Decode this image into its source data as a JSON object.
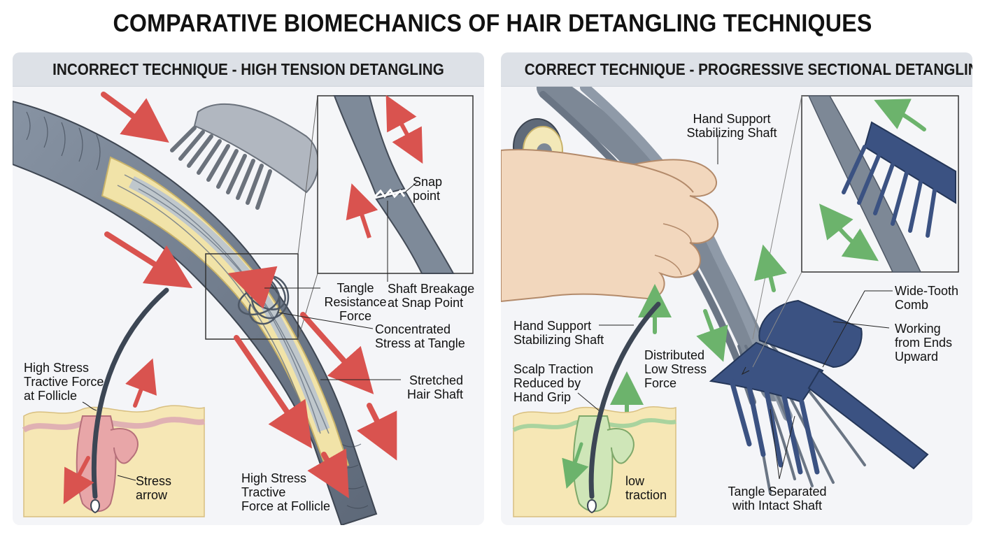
{
  "title": "COMPARATIVE BIOMECHANICS OF HAIR DETANGLING TECHNIQUES",
  "left_panel": {
    "heading": "INCORRECT TECHNIQUE - HIGH TENSION DETANGLING",
    "labels": {
      "snap_point": [
        "Snap",
        "point"
      ],
      "shaft_breakage": [
        "Shaft Breakage",
        "at Snap Point"
      ],
      "tangle_resistance": [
        "Tangle",
        "Resistance",
        "Force"
      ],
      "concentrated_stress": [
        "Concentrated",
        "Stress at Tangle"
      ],
      "stretched_shaft": [
        "Stretched",
        "Hair Shaft"
      ],
      "follicle_stress_upper": [
        "High Stress",
        "Tractive Force",
        "at Follicle"
      ],
      "stress_arrow": [
        "Stress",
        "arrow"
      ],
      "follicle_stress_lower": [
        "High Stress",
        "Tractive",
        "Force at Follicle"
      ]
    }
  },
  "right_panel": {
    "heading": "CORRECT TECHNIQUE - PROGRESSIVE SECTIONAL DETANGLING",
    "labels": {
      "hand_support_top": [
        "Hand Support",
        "Stabilizing Shaft"
      ],
      "hand_support_left": [
        "Hand Support",
        "Stabilizing Shaft"
      ],
      "distributed": [
        "Distributed",
        "Low Stress",
        "Force"
      ],
      "scalp_traction": [
        "Scalp Traction",
        "Reduced by",
        "Hand Grip"
      ],
      "low_traction": [
        "low",
        "traction"
      ],
      "wide_tooth": [
        "Wide-Tooth",
        "Comb"
      ],
      "working_ends": [
        "Working",
        "from Ends",
        "Upward"
      ],
      "tangle_separated": [
        "Tangle Separated",
        "with Intact Shaft"
      ]
    }
  },
  "colors": {
    "stress_arrow": "#d9534f",
    "low_stress_arrow": "#6cb36c",
    "hair": "#7d8896",
    "comb_left": "#a7adb6",
    "comb_right": "#3b5282",
    "skin": "#f6e7b5",
    "follicle": "#e8a6a8"
  }
}
